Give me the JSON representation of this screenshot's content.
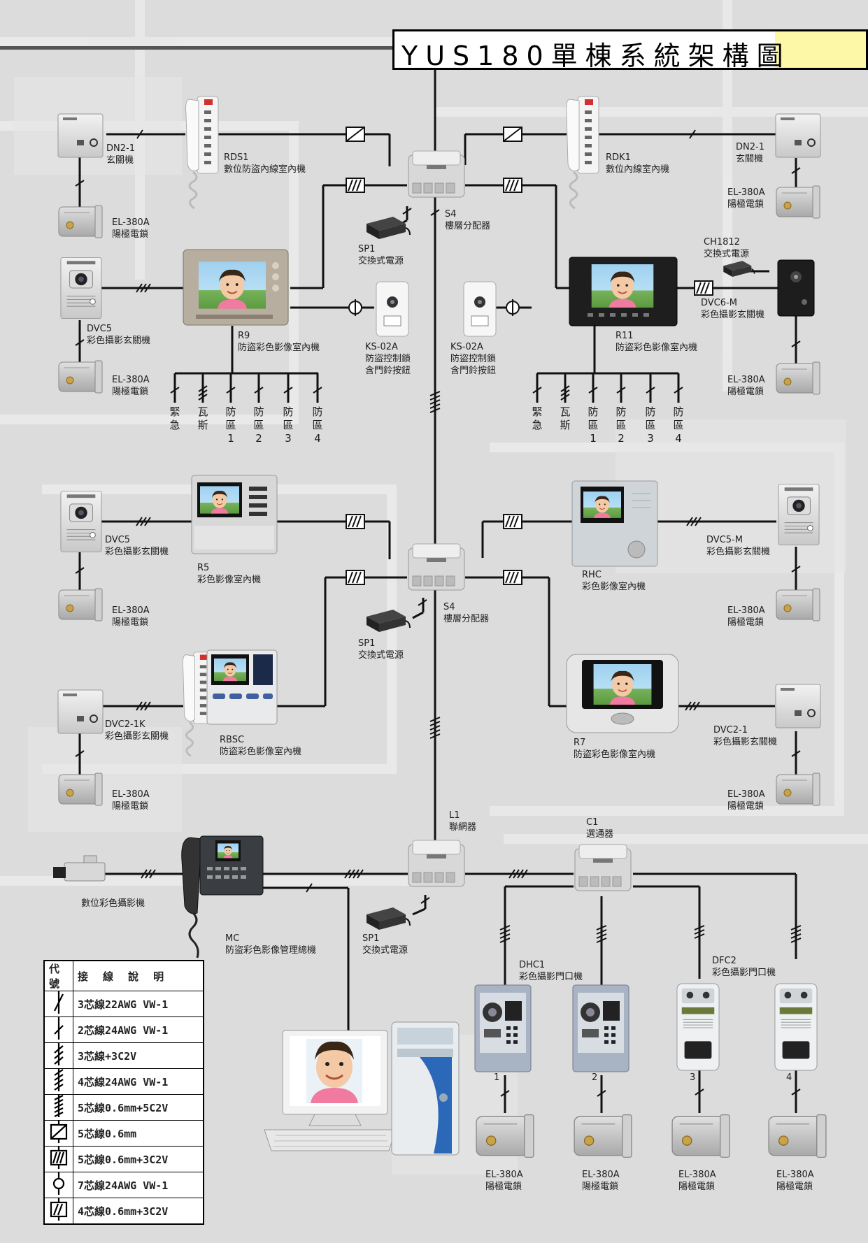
{
  "title": "YUS180單棟系統架構圖",
  "labels": {
    "dn2_left": [
      "DN2-1",
      "玄關機"
    ],
    "rds1": [
      "RDS1",
      "數位防盜內線室內機"
    ],
    "rdk1": [
      "RDK1",
      "數位內線室內機"
    ],
    "dn2_right": [
      "DN2-1",
      "玄關機"
    ],
    "el_tl1": [
      "EL-380A",
      "陽極電鎖"
    ],
    "el_tr1": [
      "EL-380A",
      "陽極電鎖"
    ],
    "s4_top": [
      "S4",
      "樓層分配器"
    ],
    "sp1_top": [
      "SP1",
      "交換式電源"
    ],
    "ch1812": [
      "CH1812",
      "交換式電源"
    ],
    "dvc5_tl": [
      "DVC5",
      "彩色攝影玄關機"
    ],
    "r9": [
      "R9",
      "防盜彩色影像室內機"
    ],
    "ks_left": [
      "KS-02A",
      "防盜控制鎖",
      "含門鈴按鈕"
    ],
    "ks_right": [
      "KS-02A",
      "防盜控制鎖",
      "含門鈴按鈕"
    ],
    "r11": [
      "R11",
      "防盜彩色影像室內機"
    ],
    "dvc6m": [
      "DVC6-M",
      "彩色攝影玄關機"
    ],
    "el_tl2": [
      "EL-380A",
      "陽極電鎖"
    ],
    "el_tr2": [
      "EL-380A",
      "陽極電鎖"
    ],
    "dvc5_ml": [
      "DVC5",
      "彩色攝影玄關機"
    ],
    "r5": [
      "R5",
      "彩色影像室內機"
    ],
    "rhc": [
      "RHC",
      "彩色影像室內機"
    ],
    "dvc5m": [
      "DVC5-M",
      "彩色攝影玄關機"
    ],
    "el_ml1": [
      "EL-380A",
      "陽極電鎖"
    ],
    "el_mr1": [
      "EL-380A",
      "陽極電鎖"
    ],
    "s4_mid": [
      "S4",
      "樓層分配器"
    ],
    "sp1_mid": [
      "SP1",
      "交換式電源"
    ],
    "dvc21k": [
      "DVC2-1K",
      "彩色攝影玄關機"
    ],
    "rbsc": [
      "RBSC",
      "防盜彩色影像室內機"
    ],
    "r7": [
      "R7",
      "防盜彩色影像室內機"
    ],
    "dvc21": [
      "DVC2-1",
      "彩色攝影玄關機"
    ],
    "el_ml2": [
      "EL-380A",
      "陽極電鎖"
    ],
    "el_mr2": [
      "EL-380A",
      "陽極電鎖"
    ],
    "l1": [
      "L1",
      "聯網器"
    ],
    "c1": [
      "C1",
      "選通器"
    ],
    "camera": [
      "數位彩色攝影機"
    ],
    "mc": [
      "MC",
      "防盜彩色影像管理總機"
    ],
    "sp1_bot": [
      "SP1",
      "交換式電源"
    ],
    "dhc1": [
      "DHC1",
      "彩色攝影門口機"
    ],
    "dfc2": [
      "DFC2",
      "彩色攝影門口機"
    ],
    "el_b1": [
      "EL-380A",
      "陽極電鎖"
    ],
    "el_b2": [
      "EL-380A",
      "陽極電鎖"
    ],
    "el_b3": [
      "EL-380A",
      "陽極電鎖"
    ],
    "el_b4": [
      "EL-380A",
      "陽極電鎖"
    ]
  },
  "zones_left": [
    [
      "緊",
      "急"
    ],
    [
      "瓦",
      "斯"
    ],
    [
      "防",
      "區",
      "1"
    ],
    [
      "防",
      "區",
      "2"
    ],
    [
      "防",
      "區",
      "3"
    ],
    [
      "防",
      "區",
      "4"
    ]
  ],
  "zones_right": [
    [
      "緊",
      "急"
    ],
    [
      "瓦",
      "斯"
    ],
    [
      "防",
      "區",
      "1"
    ],
    [
      "防",
      "區",
      "2"
    ],
    [
      "防",
      "區",
      "3"
    ],
    [
      "防",
      "區",
      "4"
    ]
  ],
  "door_numbers": [
    "1",
    "2",
    "3",
    "4"
  ],
  "legend": {
    "header_code": "代號",
    "header_desc": "接 線 說 明",
    "rows": [
      {
        "symbol": "slash-1",
        "desc": "3芯線22AWG VW-1"
      },
      {
        "symbol": "slash-2",
        "desc": "2芯線24AWG VW-1"
      },
      {
        "symbol": "slash-3",
        "desc": "3芯線+3C2V"
      },
      {
        "symbol": "slash-4",
        "desc": "4芯線24AWG VW-1"
      },
      {
        "symbol": "slash-5",
        "desc": "5芯線0.6mm+5C2V"
      },
      {
        "symbol": "box-5",
        "desc": "5芯線0.6mm"
      },
      {
        "symbol": "box-5c",
        "desc": "5芯線0.6mm+3C2V"
      },
      {
        "symbol": "circle-7",
        "desc": "7芯線24AWG VW-1"
      },
      {
        "symbol": "box-4c",
        "desc": "4芯線0.6mm+3C2V"
      }
    ]
  },
  "colors": {
    "background": "#dcdcdc",
    "wire": "#111111",
    "title_accent": "#fdf7a8",
    "device_body": "#e4e4e4",
    "monitor_bezel": "#1e1e1e",
    "screen_sky": "#8fc6ea",
    "screen_grass": "#6aa84f",
    "lock_body": "#c8c8c8",
    "lock_brass": "#c9a34a"
  }
}
